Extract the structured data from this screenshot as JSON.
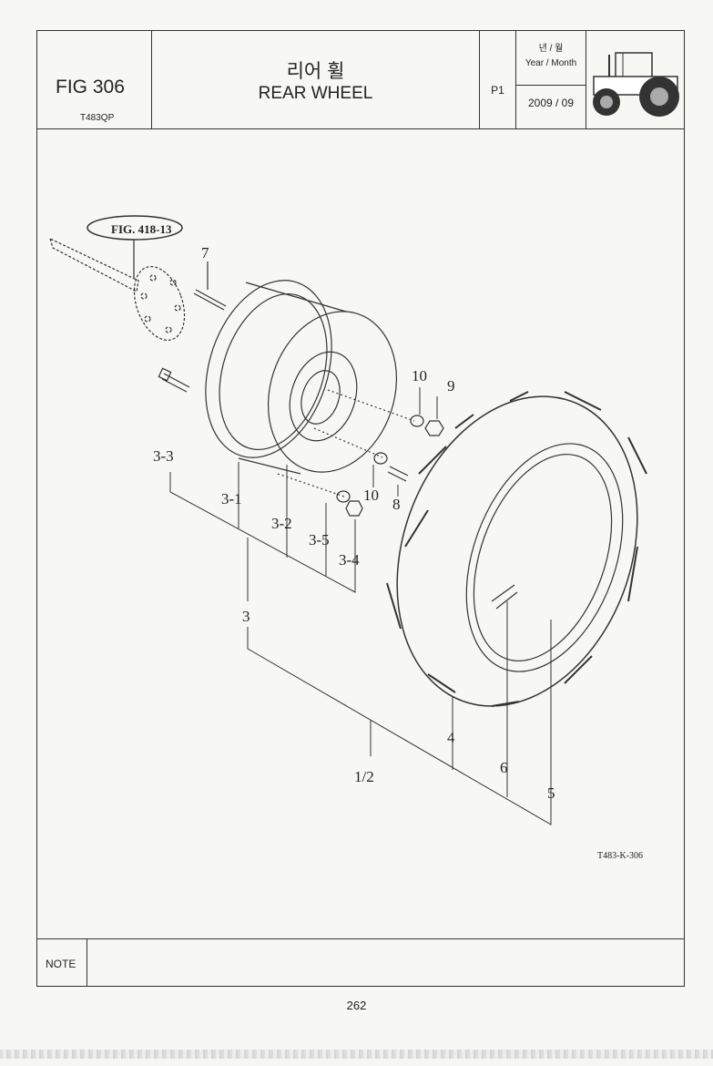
{
  "header": {
    "fig_number": "FIG 306",
    "model_code": "T483QP",
    "title_korean": "리어 휠",
    "title_english": "REAR WHEEL",
    "page_label": "P1",
    "year_month_korean": "년 / 월",
    "year_month_english": "Year / Month",
    "date": "2009 / 09",
    "tractor_icon": "tractor-icon"
  },
  "diagram": {
    "reference": "FIG. 418-13",
    "drawing_code": "T483-K-306",
    "callouts": [
      "7",
      "10",
      "9",
      "3-3",
      "3-1",
      "3-2",
      "10",
      "8",
      "3-5",
      "3-4",
      "3",
      "4",
      "1/2",
      "6",
      "5"
    ]
  },
  "footer": {
    "note_label": "NOTE",
    "page_number": "262"
  }
}
